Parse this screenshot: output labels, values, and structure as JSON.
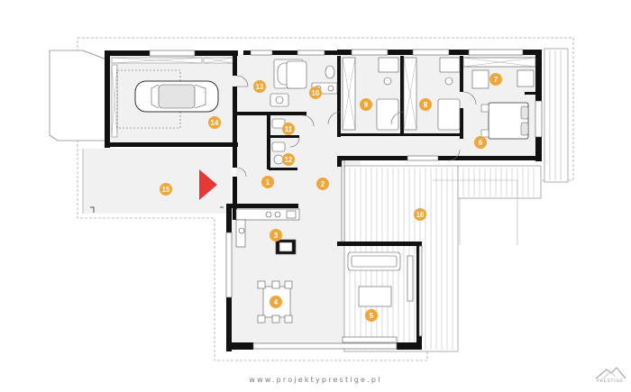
{
  "rooms": [
    {
      "id": "room-1",
      "label": "1"
    },
    {
      "id": "room-2",
      "label": "2"
    },
    {
      "id": "room-3",
      "label": "3"
    },
    {
      "id": "room-4",
      "label": "4"
    },
    {
      "id": "room-5",
      "label": "5"
    },
    {
      "id": "room-6",
      "label": "6"
    },
    {
      "id": "room-7",
      "label": "7"
    },
    {
      "id": "room-8",
      "label": "8"
    },
    {
      "id": "room-9",
      "label": "9"
    },
    {
      "id": "room-10",
      "label": "10"
    },
    {
      "id": "room-11",
      "label": "11"
    },
    {
      "id": "room-12",
      "label": "12"
    },
    {
      "id": "room-13",
      "label": "13"
    },
    {
      "id": "room-14",
      "label": "14"
    },
    {
      "id": "room-15",
      "label": "15"
    },
    {
      "id": "room-16",
      "label": "16"
    }
  ],
  "footer": {
    "url": "www.projektyprestige.pl"
  },
  "brand": {
    "name": "PRESTIGE"
  },
  "colors": {
    "badge": "#efa63a",
    "entrance_arrow": "#e53935",
    "wall": "#111111",
    "floor": "#f1f1f1",
    "deck": "#ffffff"
  },
  "icons": {
    "entrance": "entrance-arrow-icon",
    "car": "car-icon",
    "bed": "double-bed-icon",
    "logo": "mountain-logo-icon"
  }
}
